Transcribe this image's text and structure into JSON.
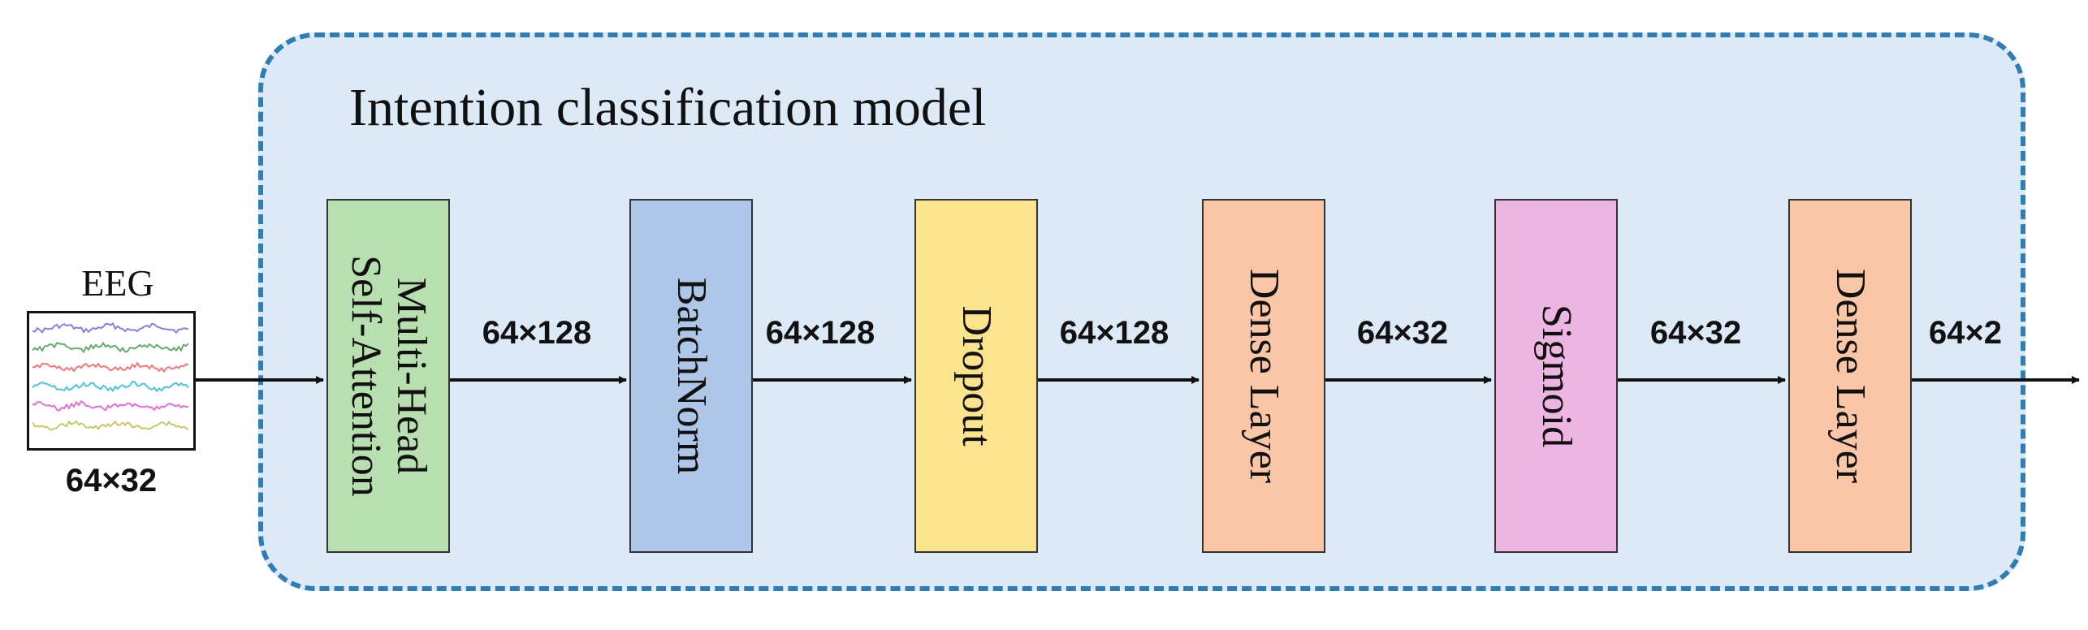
{
  "model": {
    "title": "Intention classification model",
    "border_color": "#2E7DB5",
    "fill_color": "#DCE9F6"
  },
  "input": {
    "title": "EEG",
    "dim": "64×32",
    "trace_colors": [
      "#8A7FE0",
      "#5FAF6A",
      "#F07A7A",
      "#4CC3D8",
      "#E66FD2",
      "#C9C66A"
    ]
  },
  "layers": [
    {
      "id": "mhsa",
      "lines": [
        "Multi-Head",
        "Self-Attention"
      ],
      "color": "#B7DFAF"
    },
    {
      "id": "batchnorm",
      "lines": [
        "BatchNorm"
      ],
      "color": "#AEC6E7"
    },
    {
      "id": "dropout",
      "lines": [
        "Dropout"
      ],
      "color": "#FCE38E"
    },
    {
      "id": "dense1",
      "lines": [
        "Dense Layer"
      ],
      "color": "#FAC6A6"
    },
    {
      "id": "sigmoid",
      "lines": [
        "Sigmoid"
      ],
      "color": "#EDB6E2"
    },
    {
      "id": "dense2",
      "lines": [
        "Dense Layer"
      ],
      "color": "#FAC6A6"
    }
  ],
  "dims": [
    "64×128",
    "64×128",
    "64×128",
    "64×32",
    "64×32",
    "64×2"
  ]
}
